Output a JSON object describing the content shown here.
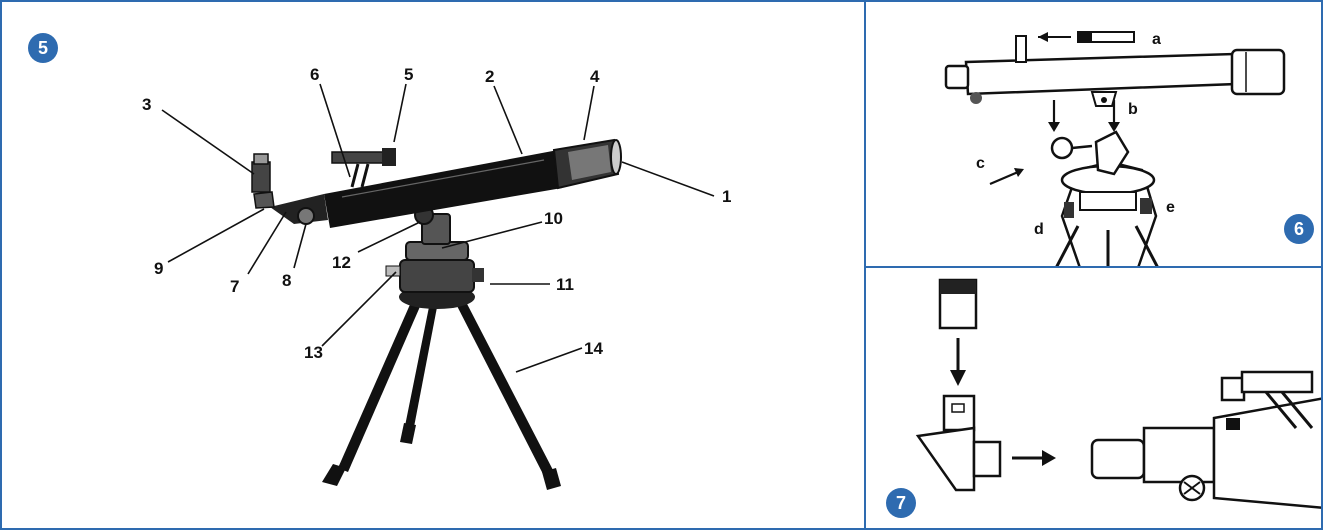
{
  "panel5": {
    "badge": "5",
    "labels": {
      "l1": "1",
      "l2": "2",
      "l3": "3",
      "l4": "4",
      "l5": "5",
      "l6": "6",
      "l7": "7",
      "l8": "8",
      "l9": "9",
      "l10": "10",
      "l11": "11",
      "l12": "12",
      "l13": "13",
      "l14": "14"
    }
  },
  "panel6": {
    "badge": "6",
    "labels": {
      "a": "a",
      "b": "b",
      "c": "c",
      "d": "d",
      "e": "e"
    }
  },
  "panel7": {
    "badge": "7"
  },
  "colors": {
    "accent": "#2e6bb0"
  }
}
